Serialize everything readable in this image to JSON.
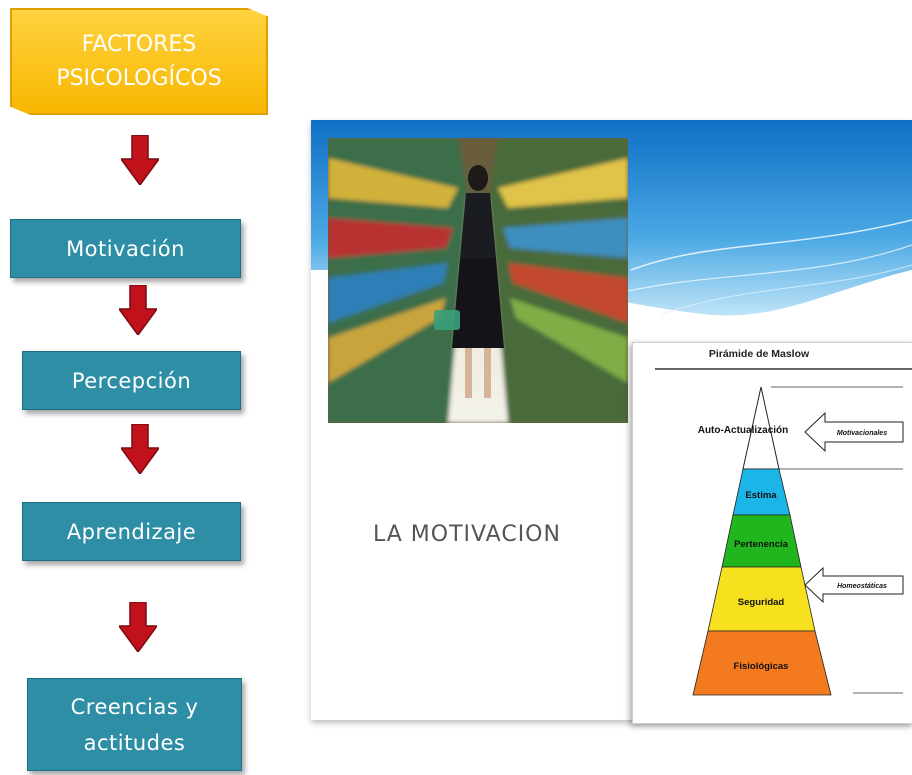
{
  "flow": {
    "header": [
      "FACTORES",
      "PSICOLOGÍCOS"
    ],
    "steps": [
      "Motivación",
      "Percepción",
      "Aprendizaje",
      "Creencias y",
      "actitudes"
    ]
  },
  "slide": {
    "title": "LA MOTIVACION"
  },
  "maslow": {
    "title": "Pirámide de Maslow",
    "levels": {
      "top": "Auto-Actualización",
      "estima": "Estima",
      "pertenencia": "Pertenencia",
      "seguridad": "Seguridad",
      "fisiologicas": "Fisiológicas"
    },
    "arrows": {
      "motivacionales": "Motivacionales",
      "homeostaticas": "Homeostáticas"
    },
    "colors": {
      "estima": "#1bb5e8",
      "pertenencia": "#22b61e",
      "seguridad": "#f7e11e",
      "fisiologicas": "#f47a1f"
    }
  }
}
